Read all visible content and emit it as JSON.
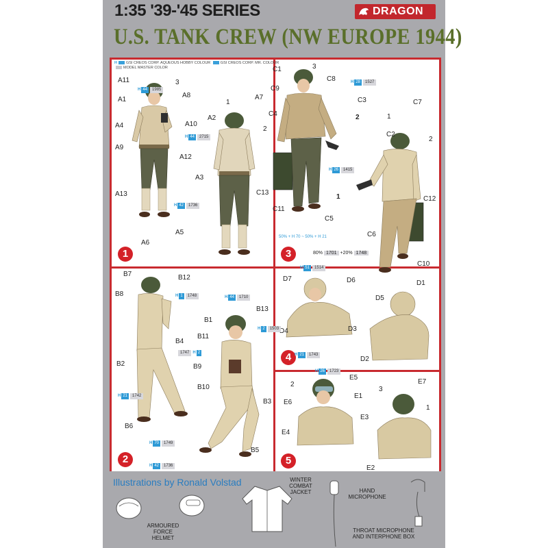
{
  "header": {
    "series": "1:35 '39-'45 SERIES",
    "brand": "DRAGON",
    "title": "U.S. TANK CREW (NW EUROPE 1944)"
  },
  "legend": {
    "line1a": "GSI CREOS CORP. AQUEOUS HOBBY COLOUR",
    "line1b": "GSI CREOS CORP. MR. COLOUR",
    "line2": "MODEL MASTER COLOR"
  },
  "colors": {
    "accent_red": "#c82a2f",
    "code_blue": "#2e9ad6",
    "title_green": "#5a6f2a",
    "figure_khaki": "#d9c9a6",
    "helmet_green": "#4b5a3a"
  },
  "panels": {
    "p1": {
      "number": "1",
      "labels": [
        "A11",
        "A1",
        "A4",
        "A9",
        "A13",
        "A6",
        "A8",
        "3",
        "A10",
        "A12",
        "A5",
        "A7",
        "1",
        "A2",
        "2",
        "A3"
      ]
    },
    "p2": {
      "number": "2",
      "labels": [
        "B7",
        "B8",
        "B12",
        "B4",
        "B2",
        "B6",
        "B13",
        "B1",
        "B11",
        "B9",
        "B10",
        "B3",
        "B5"
      ]
    },
    "p3": {
      "number": "3",
      "labels": [
        "C1",
        "3",
        "C8",
        "C9",
        "C3",
        "C4",
        "2",
        "C13",
        "C11",
        "C5",
        "1",
        "C7",
        "C2",
        "2",
        "1",
        "C12",
        "C6",
        "C10"
      ]
    },
    "p4": {
      "number": "4",
      "labels": [
        "D7",
        "D6",
        "D4",
        "D3",
        "D1",
        "D5",
        "D2"
      ]
    },
    "p5": {
      "number": "5",
      "labels": [
        "E5",
        "2",
        "E1",
        "E6",
        "E3",
        "E4",
        "E7",
        "3",
        "1",
        "E2"
      ]
    }
  },
  "chips": {
    "c1": {
      "h": "H",
      "b": "44",
      "g": "1985"
    },
    "c2": {
      "h": "H",
      "b": "44",
      "g": "2715"
    },
    "c3": {
      "h": "H",
      "b": "42",
      "g": "1736"
    },
    "c4": {
      "h": "H",
      "b": "28",
      "g": "1527"
    },
    "c5": {
      "h": "H",
      "b": "26",
      "g": "1415"
    },
    "c6": {
      "h": "H",
      "b": "1",
      "g": "1748"
    },
    "c7": {
      "h": "H",
      "b": "44",
      "g": "1710"
    },
    "c8": {
      "h": "H",
      "b": "2",
      "g": "1503"
    },
    "c9": {
      "h": "H",
      "b": "2",
      "g": "1747"
    },
    "c10": {
      "h": "H",
      "b": "21",
      "g": "1742"
    },
    "c11": {
      "h": "H",
      "b": "70",
      "g": "1749"
    },
    "c12": {
      "h": "H",
      "b": "42",
      "g": "1736"
    },
    "c13": {
      "h": "H",
      "b": "51",
      "g": "1514"
    },
    "c14": {
      "h": "H",
      "b": "21",
      "g": "1743"
    },
    "c15": {
      "h": "H",
      "b": "26",
      "g": "1723"
    }
  },
  "mix_texts": {
    "m1": "50% + H 70 ~ 50% + H 21",
    "m2a": "80%",
    "m2b": "1701",
    "m2c": "+20%",
    "m2d": "1748"
  },
  "footer": {
    "credit": "Illustrations by Ronald Volstad",
    "helmet_caption": "ARMOURED FORCE HELMET",
    "jacket_caption": "WINTER COMBAT JACKET",
    "mic_caption": "HAND MICROPHONE",
    "throat_caption": "THROAT MICROPHONE AND INTERPHONE BOX"
  }
}
